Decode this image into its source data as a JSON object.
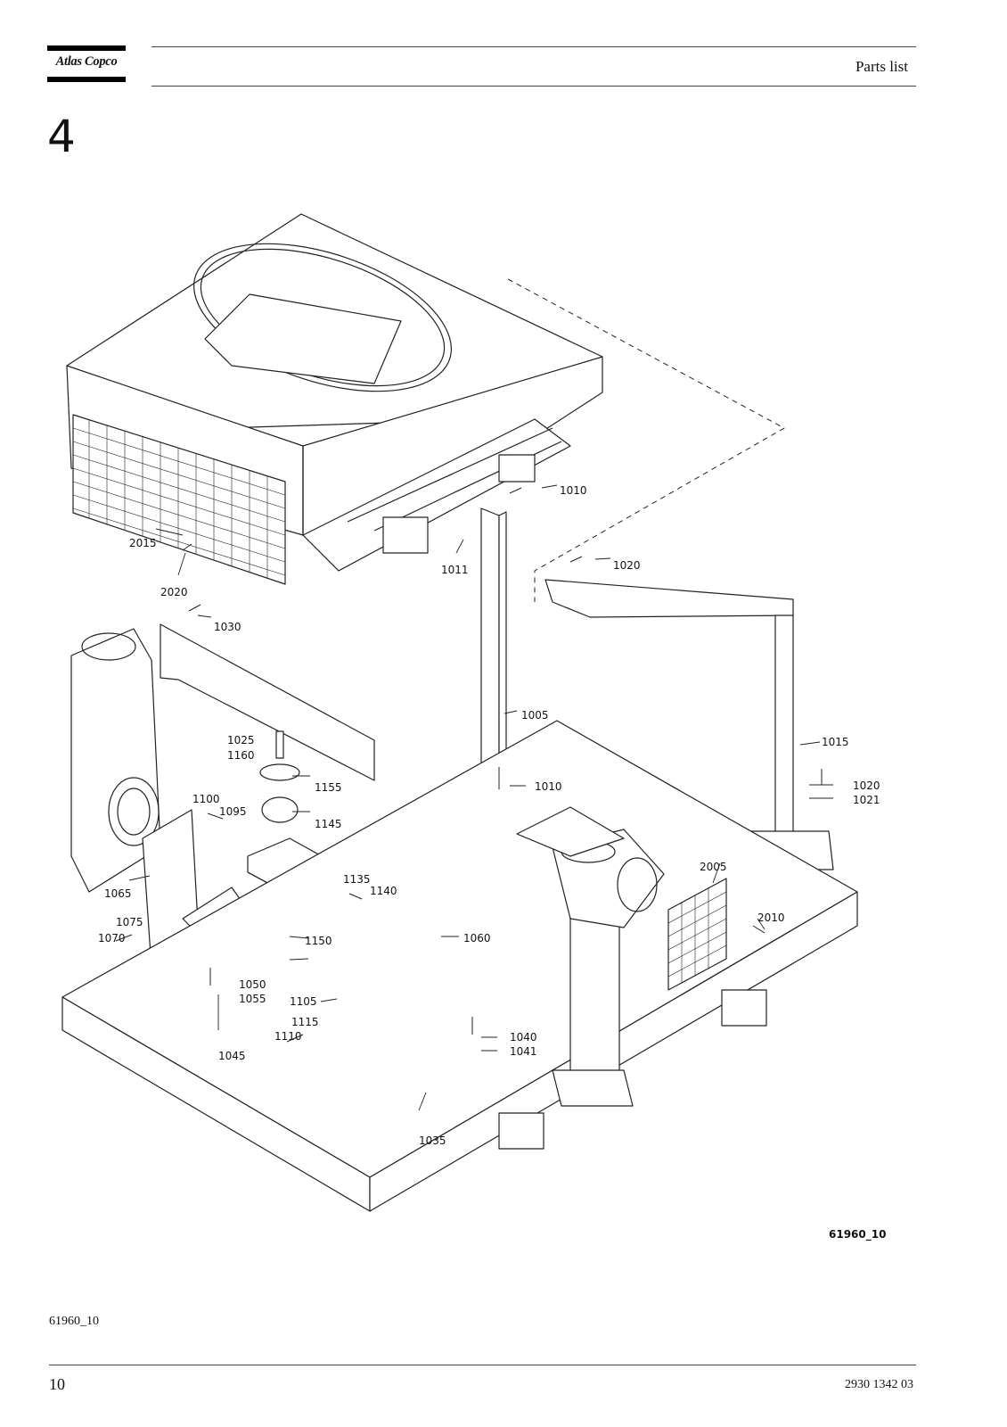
{
  "header": {
    "logo_text": "Atlas Copco",
    "title": "Parts list"
  },
  "section_number": "4",
  "drawing": {
    "figure_id": "61960_10",
    "callouts": [
      "2015",
      "2020",
      "1010",
      "1011",
      "1020",
      "1030",
      "1025",
      "1160",
      "1005",
      "1155",
      "1145",
      "1100",
      "1095",
      "1065",
      "1135",
      "1140",
      "1075",
      "1070",
      "1150",
      "1060",
      "1050",
      "1055",
      "1105",
      "1115",
      "1110",
      "1045",
      "1040",
      "1041",
      "1035",
      "1015",
      "1020",
      "1021",
      "2005",
      "2010",
      "1010"
    ]
  },
  "footer": {
    "figure_id": "61960_10",
    "page_number": "10",
    "document_number": "2930 1342 03"
  }
}
